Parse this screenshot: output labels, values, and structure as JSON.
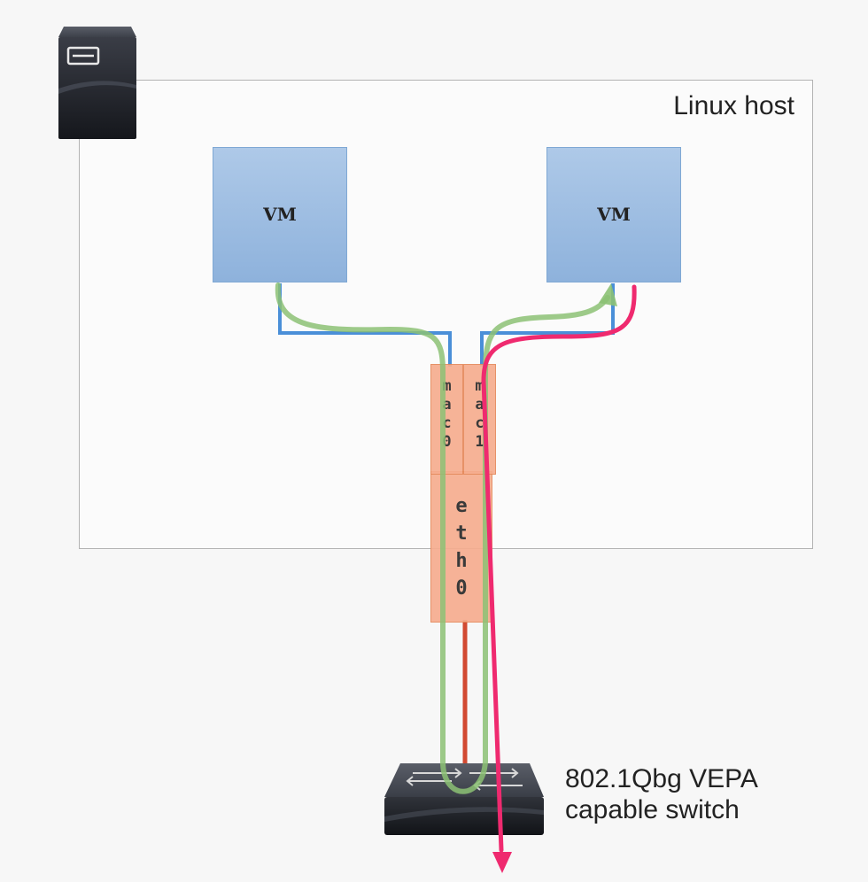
{
  "host": {
    "label": "Linux host",
    "icon": "server-icon"
  },
  "vms": [
    {
      "label": "VM"
    },
    {
      "label": "VM"
    }
  ],
  "interfaces": {
    "mac0": [
      "m",
      "a",
      "c",
      "0"
    ],
    "mac1": [
      "m",
      "a",
      "c",
      "1"
    ],
    "eth0": [
      "e",
      "t",
      "h",
      "0"
    ]
  },
  "switch": {
    "label_line1": "802.1Qbg VEPA",
    "label_line2": "capable switch",
    "icon": "network-switch-icon"
  },
  "colors": {
    "vm_link": "#4a8fd8",
    "traffic_between_vms": "#8cc174",
    "traffic_external": "#ef2a6f",
    "uplink": "#d24a32",
    "interface_fill": "#f6ad8f"
  }
}
